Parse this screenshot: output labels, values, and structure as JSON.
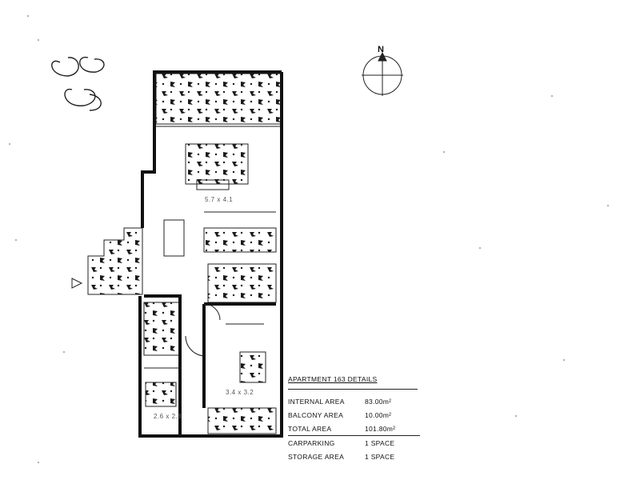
{
  "details": {
    "title": "APARTMENT 163 DETAILS",
    "rows": [
      {
        "label": "INTERNAL AREA",
        "value": "83.00m²"
      },
      {
        "label": "BALCONY AREA",
        "value": "10.00m²"
      },
      {
        "label": "TOTAL AREA",
        "value": "101.80m²"
      },
      {
        "label": "CARPARKING",
        "value": "1 SPACE"
      },
      {
        "label": "STORAGE AREA",
        "value": "1 SPACE"
      }
    ]
  },
  "compass": {
    "letter": "N"
  },
  "room_dims": {
    "living": "5.7 x 4.1",
    "bed1": "3.4 x 3.2",
    "bed2": "2.6 x 2.8"
  },
  "colors": {
    "ink": "#111111",
    "paper": "#ffffff",
    "hatch": "#1a1a1a"
  }
}
